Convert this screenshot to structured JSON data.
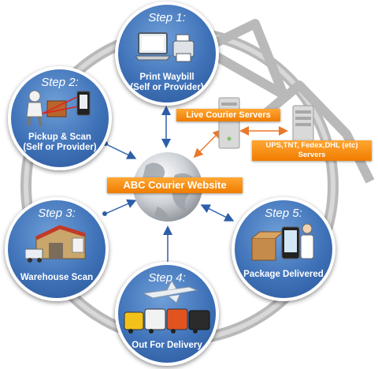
{
  "steps": [
    {
      "title": "Step 1:",
      "label_line1": "Print Waybill",
      "label_line2": "(Self or Provider)",
      "icon": "printer-laptop-icon"
    },
    {
      "title": "Step 2:",
      "label_line1": "Pickup & Scan",
      "label_line2": "(Self or Provider)",
      "icon": "barcode-scanner-icon"
    },
    {
      "title": "Step 3:",
      "label_line1": "Warehouse Scan",
      "icon": "warehouse-icon"
    },
    {
      "title": "Step 4:",
      "label_line1": "Out For Delivery",
      "icon": "delivery-trucks-icon"
    },
    {
      "title": "Step 5:",
      "label_line1": "Package Delivered",
      "icon": "package-delivered-icon"
    }
  ],
  "center": {
    "label": "ABC Courier Website",
    "icon": "globe-icon"
  },
  "servers": {
    "live_label": "Live Courier Servers",
    "carrier_label_line1": "UPS,TNT, Fedex,DHL  (etc)",
    "carrier_label_line2": "Servers",
    "icon": "server-icon"
  },
  "colors": {
    "step_blue": "#3f72b8",
    "orange": "#f28a00",
    "ring_gray": "#b9b9b9",
    "arrow_blue": "#2d5ea8"
  }
}
